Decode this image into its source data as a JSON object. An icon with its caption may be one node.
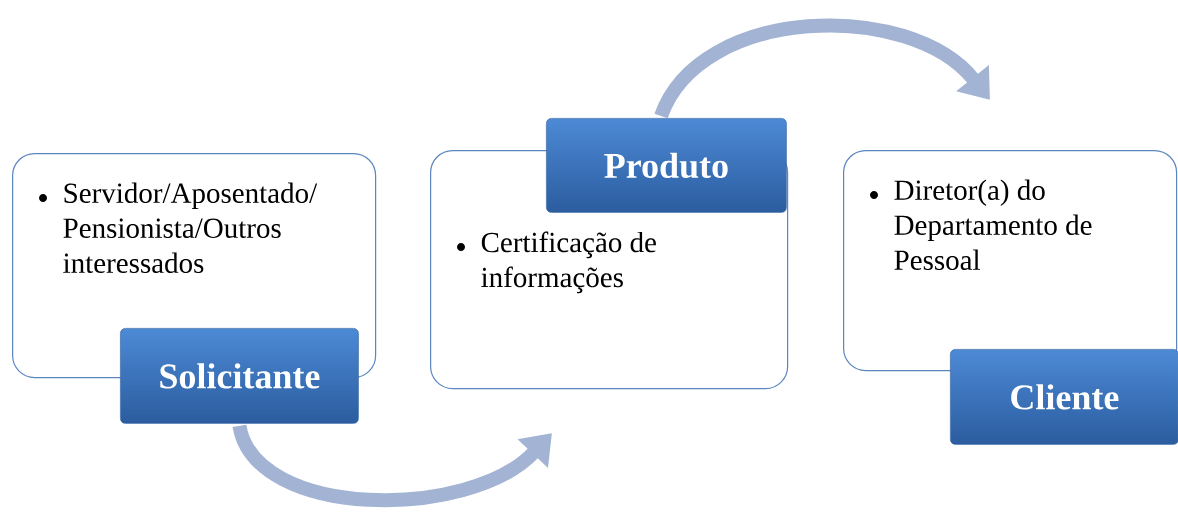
{
  "diagram": {
    "nodes": [
      {
        "text": [
          "Servidor/Aposentado/ Pensionista/Outros interessados"
        ]
      },
      {
        "text": [
          "Solicitante"
        ]
      },
      {
        "text": [
          "Certificação de informações"
        ]
      },
      {
        "text": [
          "Produto"
        ]
      },
      {
        "text": [
          "Diretor(a) do Departamento de Pessoal"
        ]
      },
      {
        "text": [
          "Cliente"
        ]
      }
    ],
    "edges": [
      {
        "from": 1,
        "to": 2,
        "arrow": "to"
      },
      {
        "from": 3,
        "to": 4,
        "arrow": "to"
      }
    ]
  }
}
